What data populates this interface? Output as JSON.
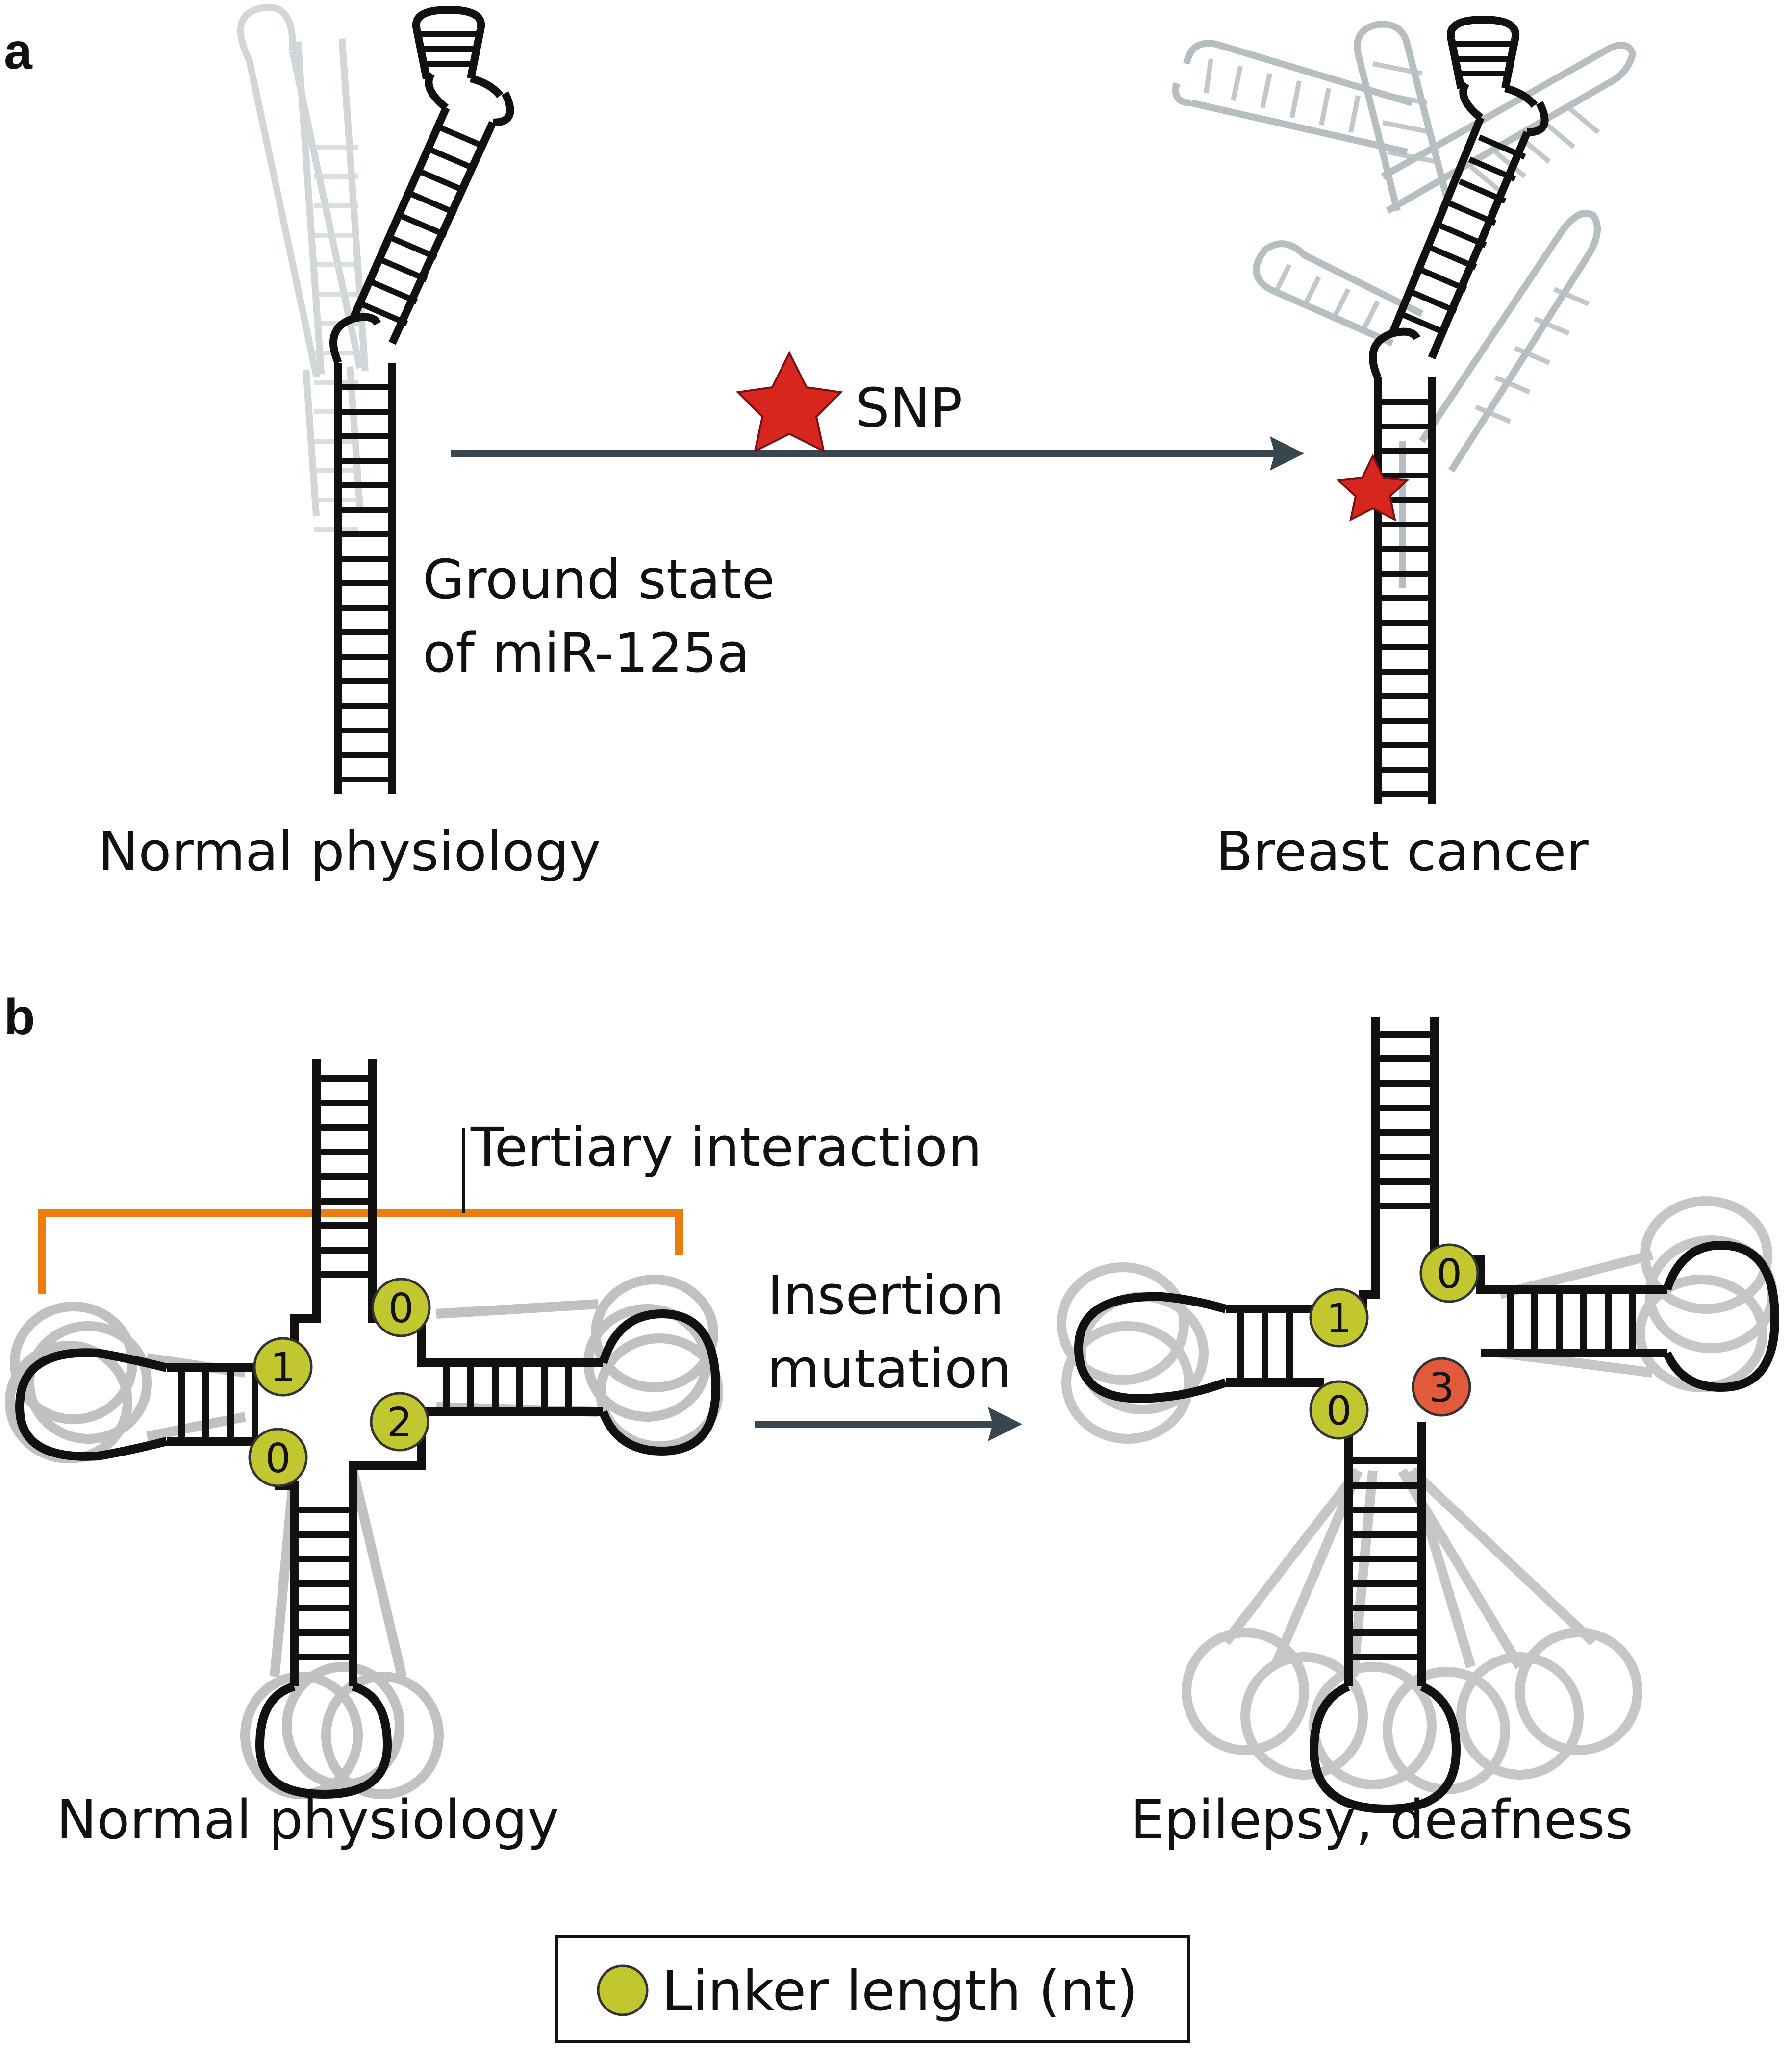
{
  "panel_a": {
    "label": "a",
    "left_caption": "Normal physiology",
    "right_caption": "Breast cancer",
    "arrow_label": "SNP",
    "ground_state_line1": "Ground state",
    "ground_state_line2": "of miR-125a"
  },
  "panel_b": {
    "label": "b",
    "tertiary_label": "Tertiary interaction",
    "arrow_label_line1": "Insertion",
    "arrow_label_line2": "mutation",
    "left_caption": "Normal physiology",
    "right_caption": "Epilepsy, deafness",
    "left_linkers": [
      "1",
      "0",
      "0",
      "2"
    ],
    "right_linkers": [
      "1",
      "0",
      "0",
      "3"
    ]
  },
  "legend": {
    "label": "Linker length (nt)"
  },
  "colors": {
    "strand": "#111111",
    "ghost": "#9a9a9a",
    "arrow": "#37464f",
    "snp_star": "#d7261e",
    "linker": "#c2c62f",
    "linker_mutant": "#e15a3c",
    "bracket": "#ec7d10"
  }
}
